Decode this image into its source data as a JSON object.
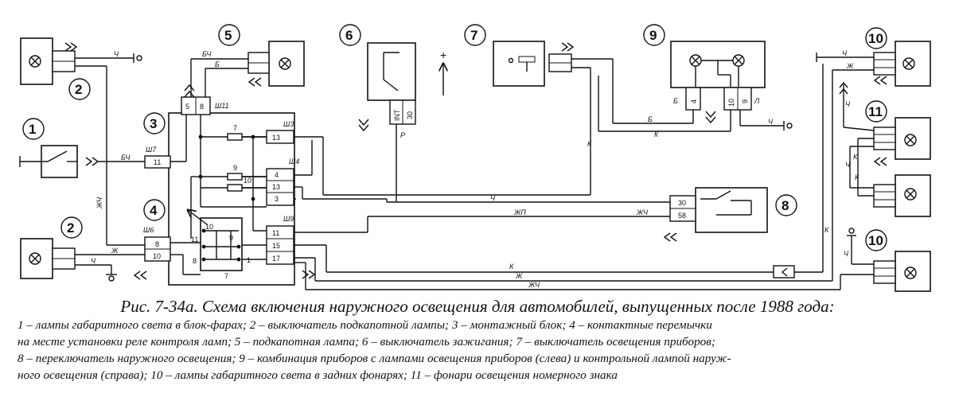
{
  "figure": {
    "caption": "Рис. 7-34а. Схема включения наружного освещения для автомобилей, выпущенных после 1988 года:",
    "legend_lines": [
      "1 – лампы габаритного света в блок-фарах; 2 – выключатель подкапотной лампы; 3 – монтажный блок; 4 – контактные перемычки",
      "на месте установки реле контроля ламп; 5 – подкапотная лампа; 6 – выключатель зажигания; 7 – выключатель освещения приборов;",
      "8 – переключатель наружного освещения; 9 – комбинация приборов с лампами освещения приборов (слева) и контрольной лампой наруж-",
      "ного освещения (справа); 10 – лампы габаритного света в задних фонарях; 11 – фонари освещения номерного знака"
    ]
  },
  "callouts": {
    "c1": "1",
    "c2a": "2",
    "c2b": "2",
    "c3": "3",
    "c4": "4",
    "c5": "5",
    "c6": "6",
    "c7": "7",
    "c8": "8",
    "c9": "9",
    "c10a": "10",
    "c10b": "10",
    "c11": "11"
  },
  "connectors": {
    "sh7": "Ш7",
    "sh6": "Ш6",
    "sh11": "Ш11",
    "sh3": "Ш3",
    "sh4": "Ш4",
    "sh9": "Ш9"
  },
  "pins": {
    "sh7_11": "11",
    "sh6_8": "8",
    "sh6_10": "10",
    "sh11_5": "5",
    "sh11_8": "8",
    "sh3_13": "13",
    "sh4_4": "4",
    "sh4_13": "13",
    "sh4_3": "3",
    "sh9_11": "11",
    "sh9_15": "15",
    "sh9_17": "17",
    "relay_10": "10",
    "relay_11": "11",
    "relay_9": "9",
    "relay_8": "8",
    "relay_1": "1",
    "relay_7": "7",
    "fuse_7": "7",
    "fuse_9": "9",
    "fuse_10": "10",
    "ign_int": "INT",
    "ign_30": "30",
    "sw8_30": "30",
    "sw8_58": "58",
    "ip_4": "4",
    "ip_10": "10",
    "ip_9": "9"
  },
  "wire_colors": {
    "ch": "Ч",
    "b": "Б",
    "bch": "БЧ",
    "zhch": "ЖЧ",
    "zh": "Ж",
    "k": "К",
    "r": "Р",
    "zhp": "ЖП",
    "l": "Л"
  },
  "symbols": {
    "plus": "+"
  }
}
